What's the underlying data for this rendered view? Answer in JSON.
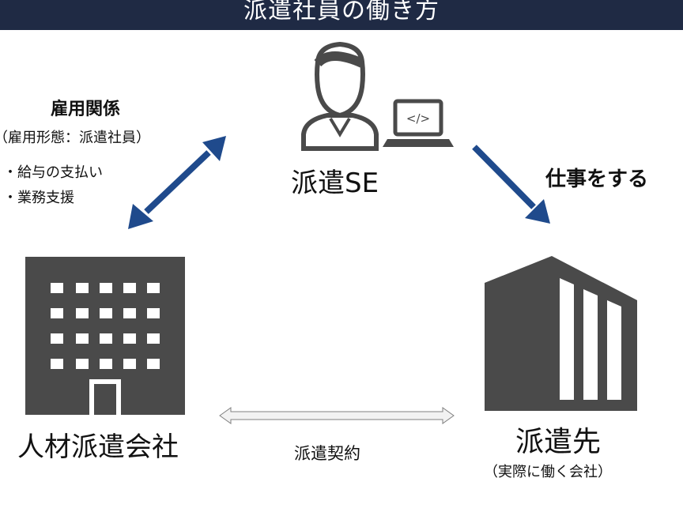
{
  "title": "派遣社員の働き方",
  "employment_relation": {
    "heading": "雇用関係",
    "subheading": "（雇用形態：派遣社員）",
    "bullets": [
      "・給与の支払い",
      "・業務支援"
    ]
  },
  "dispatched_se": {
    "label": "派遣SE",
    "code_symbol": "</>"
  },
  "work_relation": {
    "label": "仕事をする"
  },
  "agency": {
    "label": "人材派遣会社"
  },
  "contract": {
    "label": "派遣契約"
  },
  "client": {
    "label": "派遣先",
    "sublabel": "（実際に働く会社）"
  },
  "colors": {
    "header_bg": "#1f2a44",
    "arrow_blue": "#1f4a8c",
    "icon_gray": "#4a4a4a",
    "contract_arrow_fill": "#f2f2f2"
  },
  "icons": [
    "person-icon",
    "laptop-icon",
    "office-building-icon",
    "corporate-building-icon"
  ]
}
